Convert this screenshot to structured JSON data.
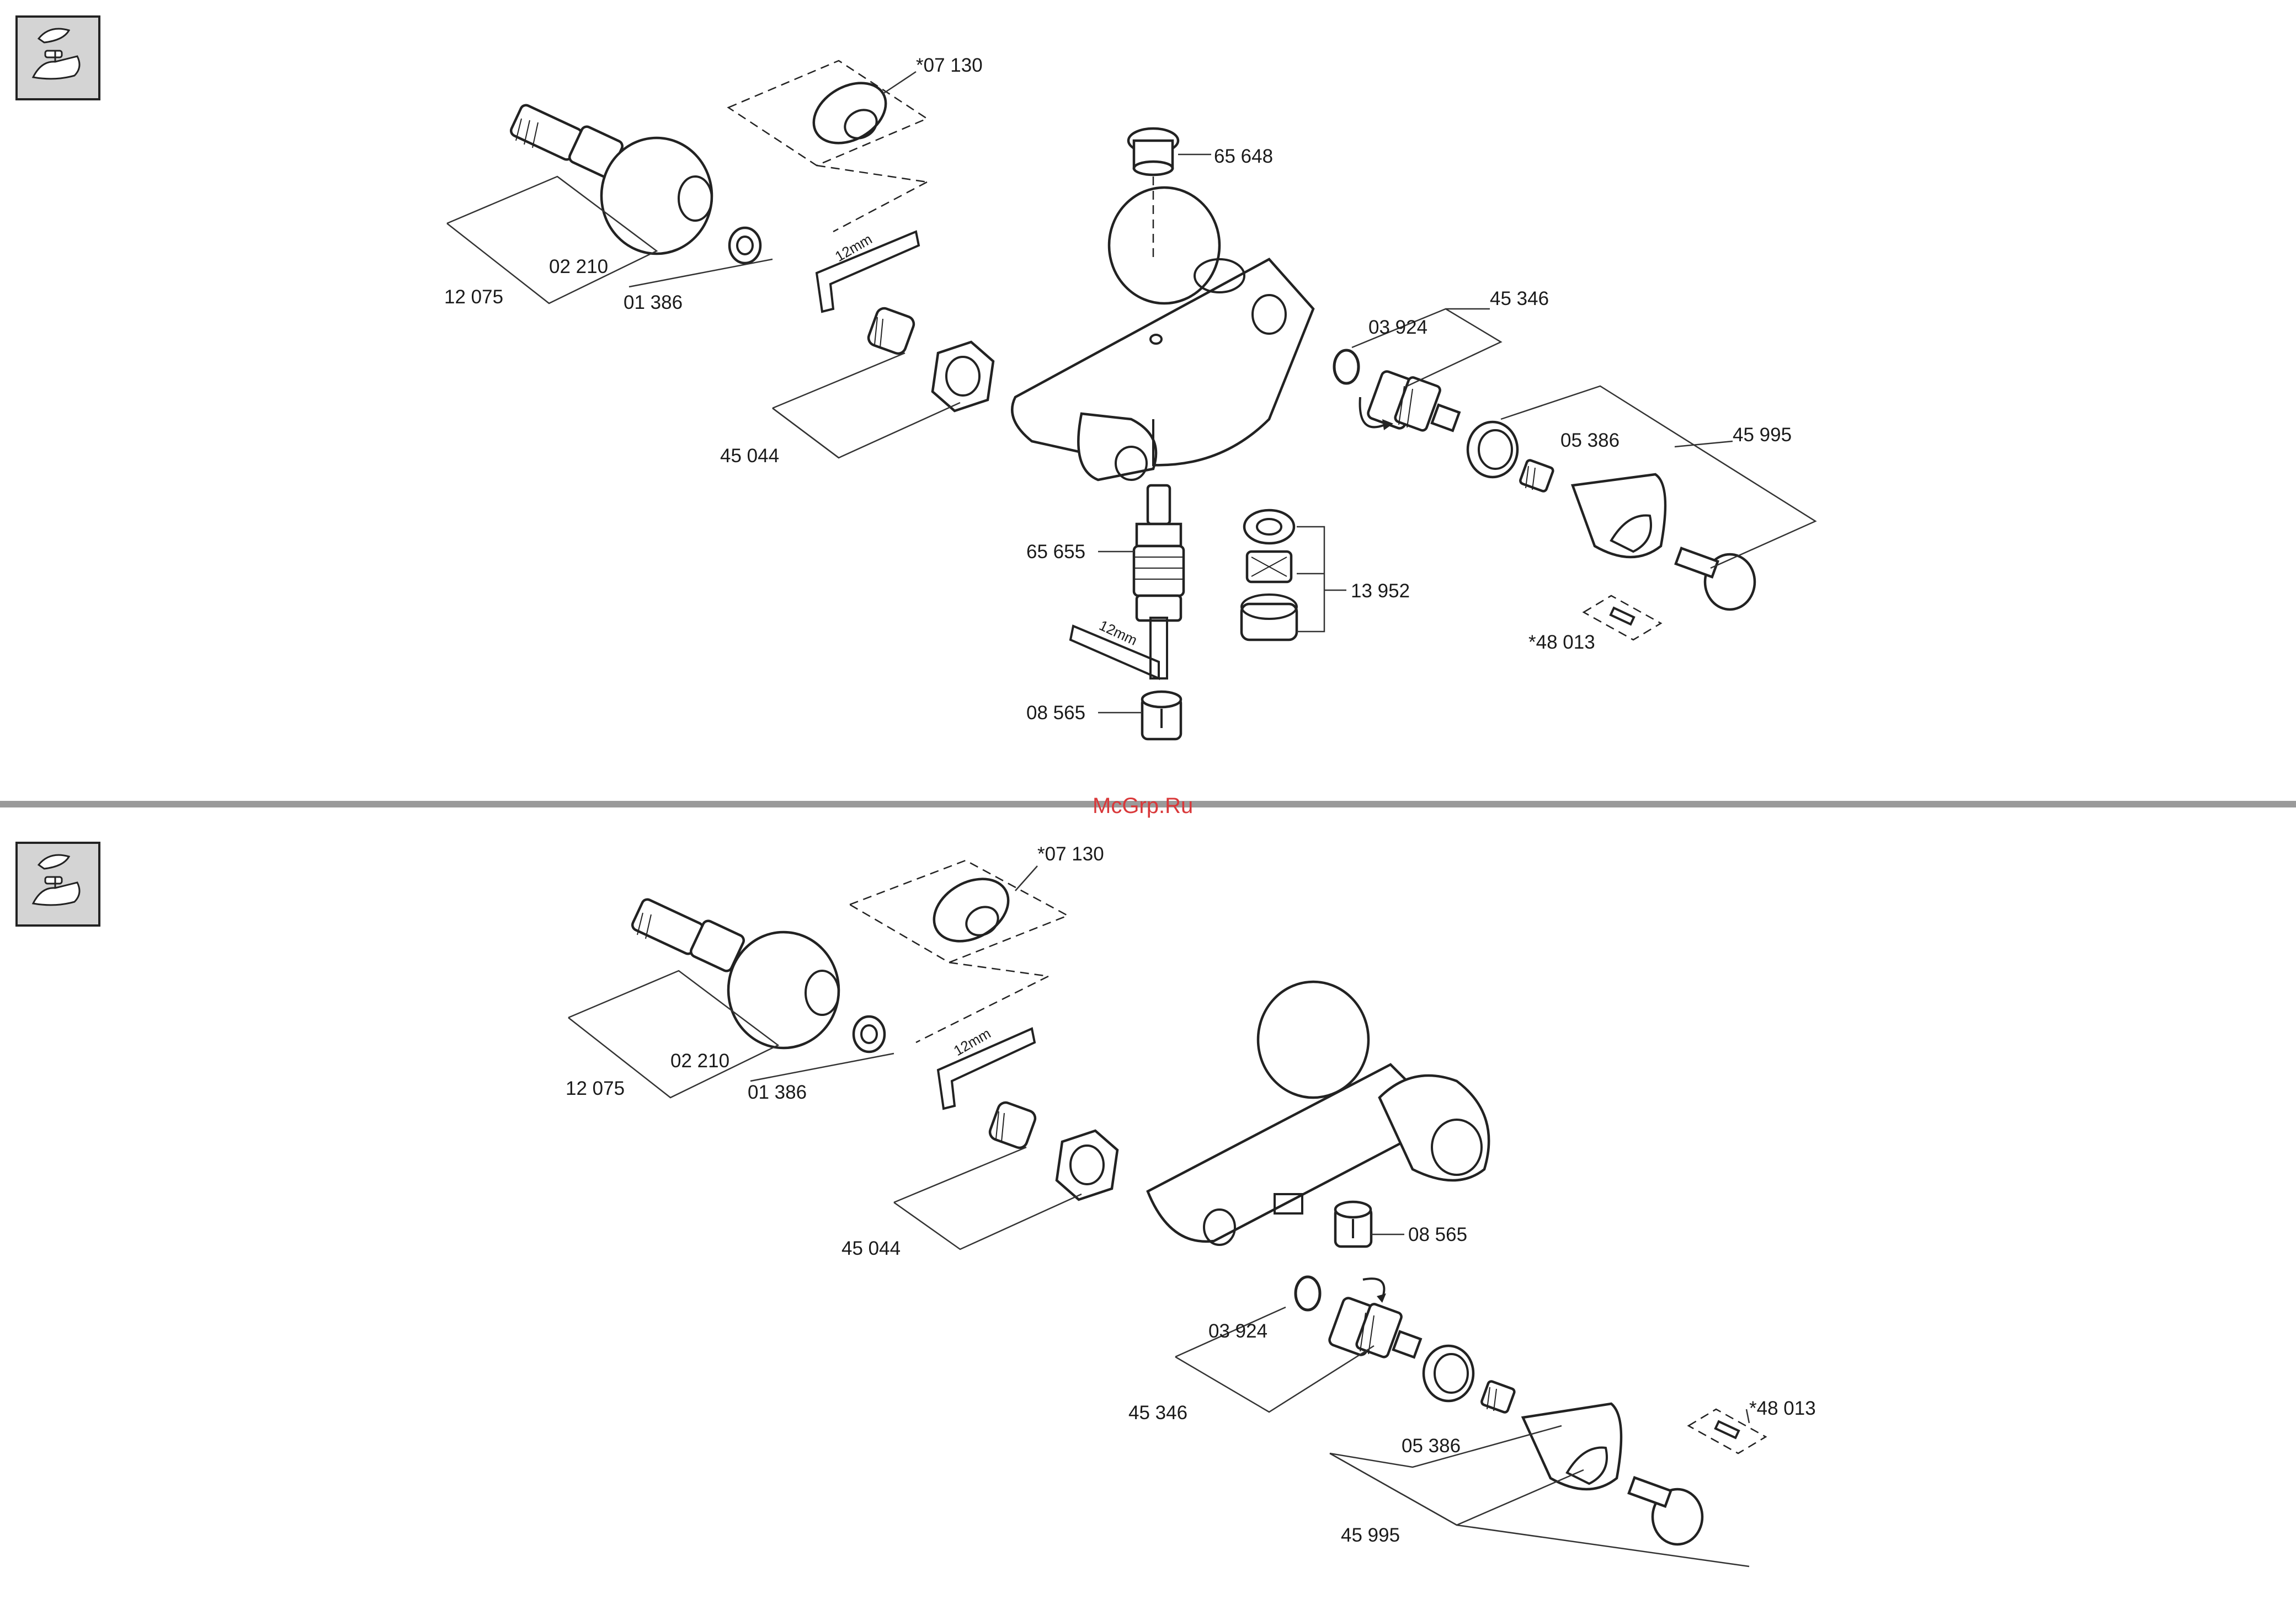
{
  "watermark": "McGrp.Ru",
  "colors": {
    "divider": "#9a9a9a",
    "watermark": "#d9383a",
    "icon_box": "#d4d4d4",
    "line": "#222222"
  },
  "icons": [
    "lever-faucet-icon",
    "lever-faucet-icon"
  ],
  "bath_mixer_diagram": {
    "parts": {
      "extension": "*07 130",
      "cap": "65 648",
      "rosette": "02 210",
      "s_union": "12 075",
      "washer": "01 386",
      "nut_set": "45 044",
      "o_ring": "03 924",
      "headpart": "45 346",
      "adapter": "05 386",
      "handle": "45 995",
      "diverter": "65 655",
      "aerator_set": "13 952",
      "check_valve": "08 565",
      "screw_set": "*48 013"
    },
    "wrench_label": "12mm",
    "wrench_label_2": "12mm"
  },
  "shower_mixer_diagram": {
    "parts": {
      "extension": "*07 130",
      "rosette": "02 210",
      "s_union": "12 075",
      "washer": "01 386",
      "nut_set": "45 044",
      "check_valve": "08 565",
      "o_ring": "03 924",
      "headpart": "45 346",
      "adapter": "05 386",
      "handle": "45 995",
      "screw_set": "*48 013"
    },
    "wrench_label": "12mm"
  }
}
